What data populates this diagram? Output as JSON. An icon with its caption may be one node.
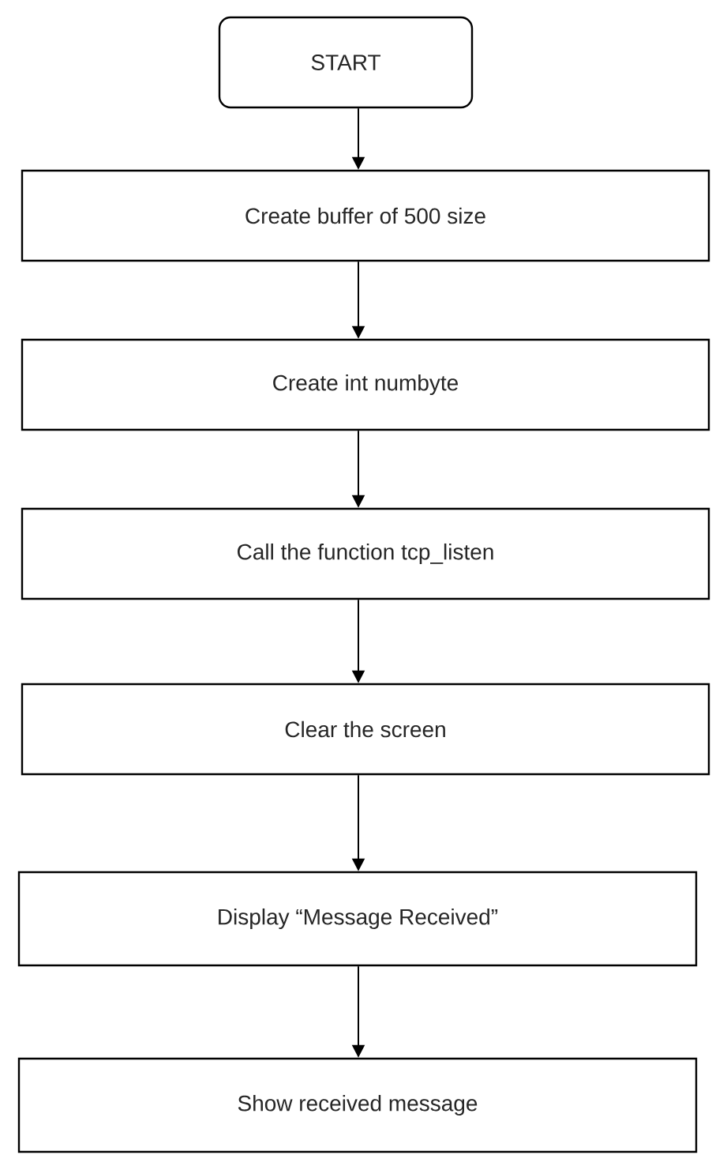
{
  "diagram": {
    "nodes": [
      {
        "text": [
          "START"
        ]
      },
      {
        "text": [
          "Create buffer of 500 size"
        ]
      },
      {
        "text": [
          "Create int numbyte"
        ]
      },
      {
        "text": [
          "Call the function tcp_listen"
        ]
      },
      {
        "text": [
          "Clear the screen"
        ]
      },
      {
        "text": [
          "Display “Message Received”"
        ]
      },
      {
        "text": [
          "Show received message"
        ]
      }
    ],
    "edges": [
      {
        "from": 0,
        "to": 1,
        "arrow": "to"
      },
      {
        "from": 1,
        "to": 2,
        "arrow": "to"
      },
      {
        "from": 2,
        "to": 3,
        "arrow": "to"
      },
      {
        "from": 3,
        "to": 4,
        "arrow": "to"
      },
      {
        "from": 4,
        "to": 5,
        "arrow": "to"
      },
      {
        "from": 5,
        "to": 6,
        "arrow": "to"
      }
    ]
  }
}
